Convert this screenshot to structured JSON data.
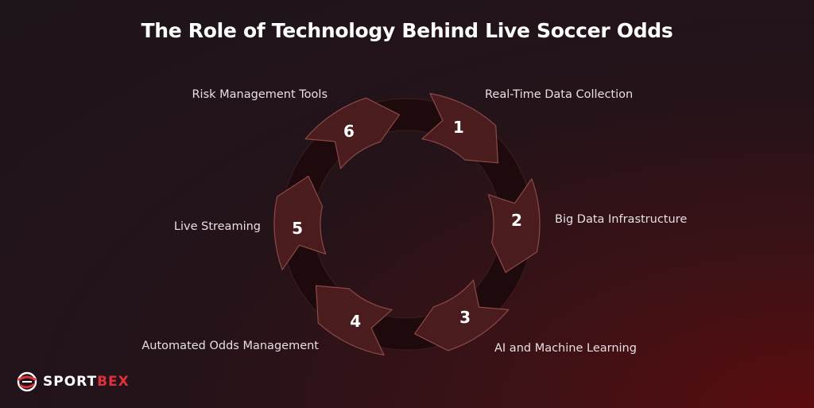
{
  "title": "The Role of Technology Behind Live Soccer Odds",
  "steps": [
    {
      "number": "1",
      "label": "Real-Time Data Collection"
    },
    {
      "number": "2",
      "label": "Big Data Infrastructure"
    },
    {
      "number": "3",
      "label": "AI and Machine Learning"
    },
    {
      "number": "4",
      "label": "Automated Odds Management"
    },
    {
      "number": "5",
      "label": "Live Streaming"
    },
    {
      "number": "6",
      "label": "Risk Management Tools"
    }
  ],
  "brand": {
    "name_main": "SPORT",
    "name_accent": "BEX",
    "icon": "sportbex-logo-icon"
  },
  "colors": {
    "arrow_fill": "#4a1c1d",
    "arrow_stroke": "#8c4a47",
    "ring_fill": "#1e0a0c",
    "brand_accent": "#e0303a"
  }
}
